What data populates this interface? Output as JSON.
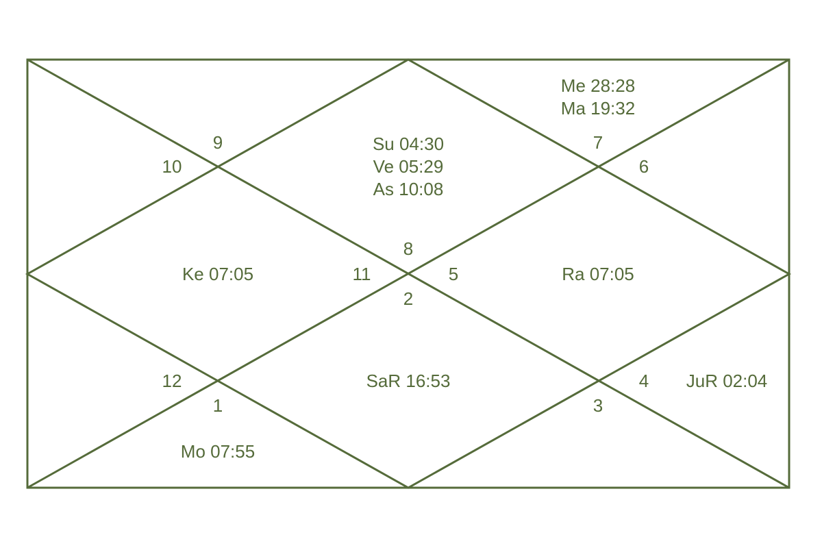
{
  "colors": {
    "line": "#556b3a",
    "text": "#556b3a",
    "background": "#ffffff"
  },
  "houses": {
    "h1": "1",
    "h2": "2",
    "h3": "3",
    "h4": "4",
    "h5": "5",
    "h6": "6",
    "h7": "7",
    "h8": "8",
    "h9": "9",
    "h10": "10",
    "h11": "11",
    "h12": "12"
  },
  "planets": {
    "me": "Me 28:28",
    "ma": "Ma 19:32",
    "su": "Su 04:30",
    "ve": "Ve 05:29",
    "as": "As 10:08",
    "ke": "Ke 07:05",
    "ra": "Ra 07:05",
    "sa": "SaR 16:53",
    "ju": "JuR 02:04",
    "mo": "Mo 07:55"
  }
}
